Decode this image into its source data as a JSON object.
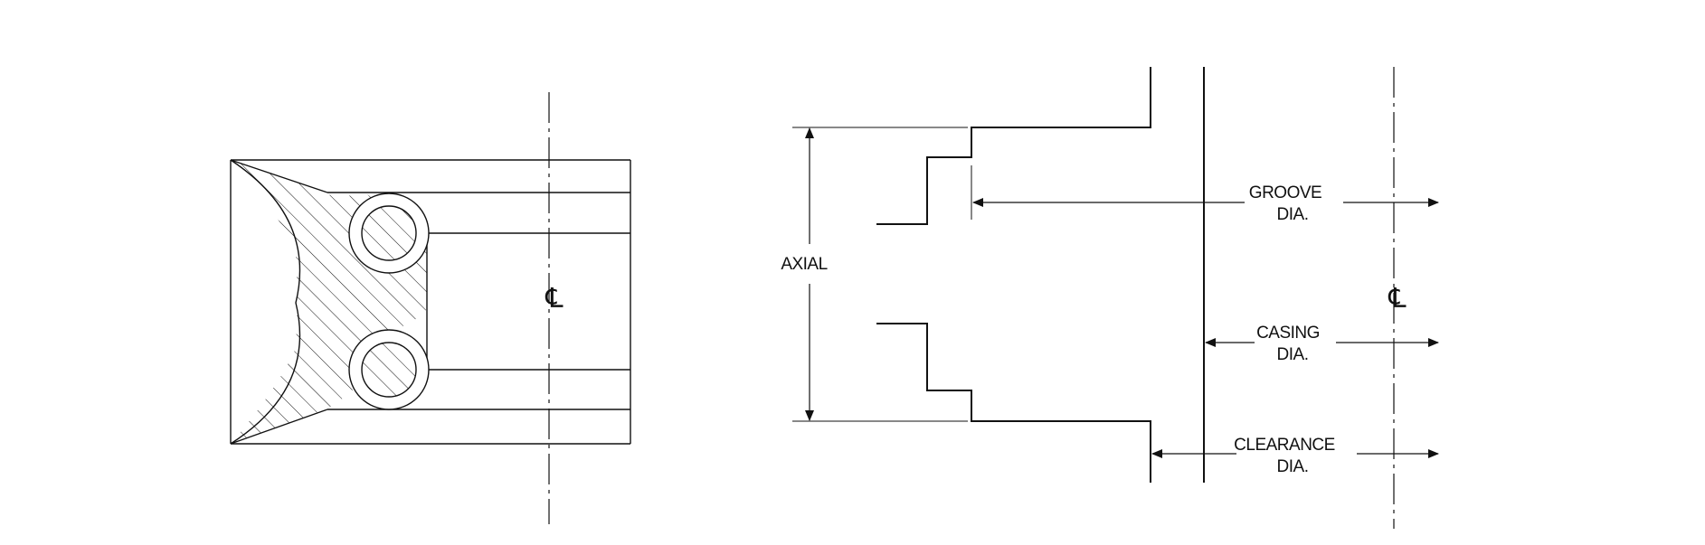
{
  "diagram": {
    "colors": {
      "line": "#111111",
      "background": "#ffffff"
    },
    "left_view": {
      "centerline_symbol": "℄"
    },
    "right_view": {
      "centerline_symbol": "℄",
      "labels": {
        "axial": "AXIAL",
        "groove_line1": "GROOVE",
        "groove_line2": "DIA.",
        "casing_line1": "CASING",
        "casing_line2": "DIA.",
        "clearance_line1": "CLEARANCE",
        "clearance_line2": "DIA."
      }
    }
  }
}
